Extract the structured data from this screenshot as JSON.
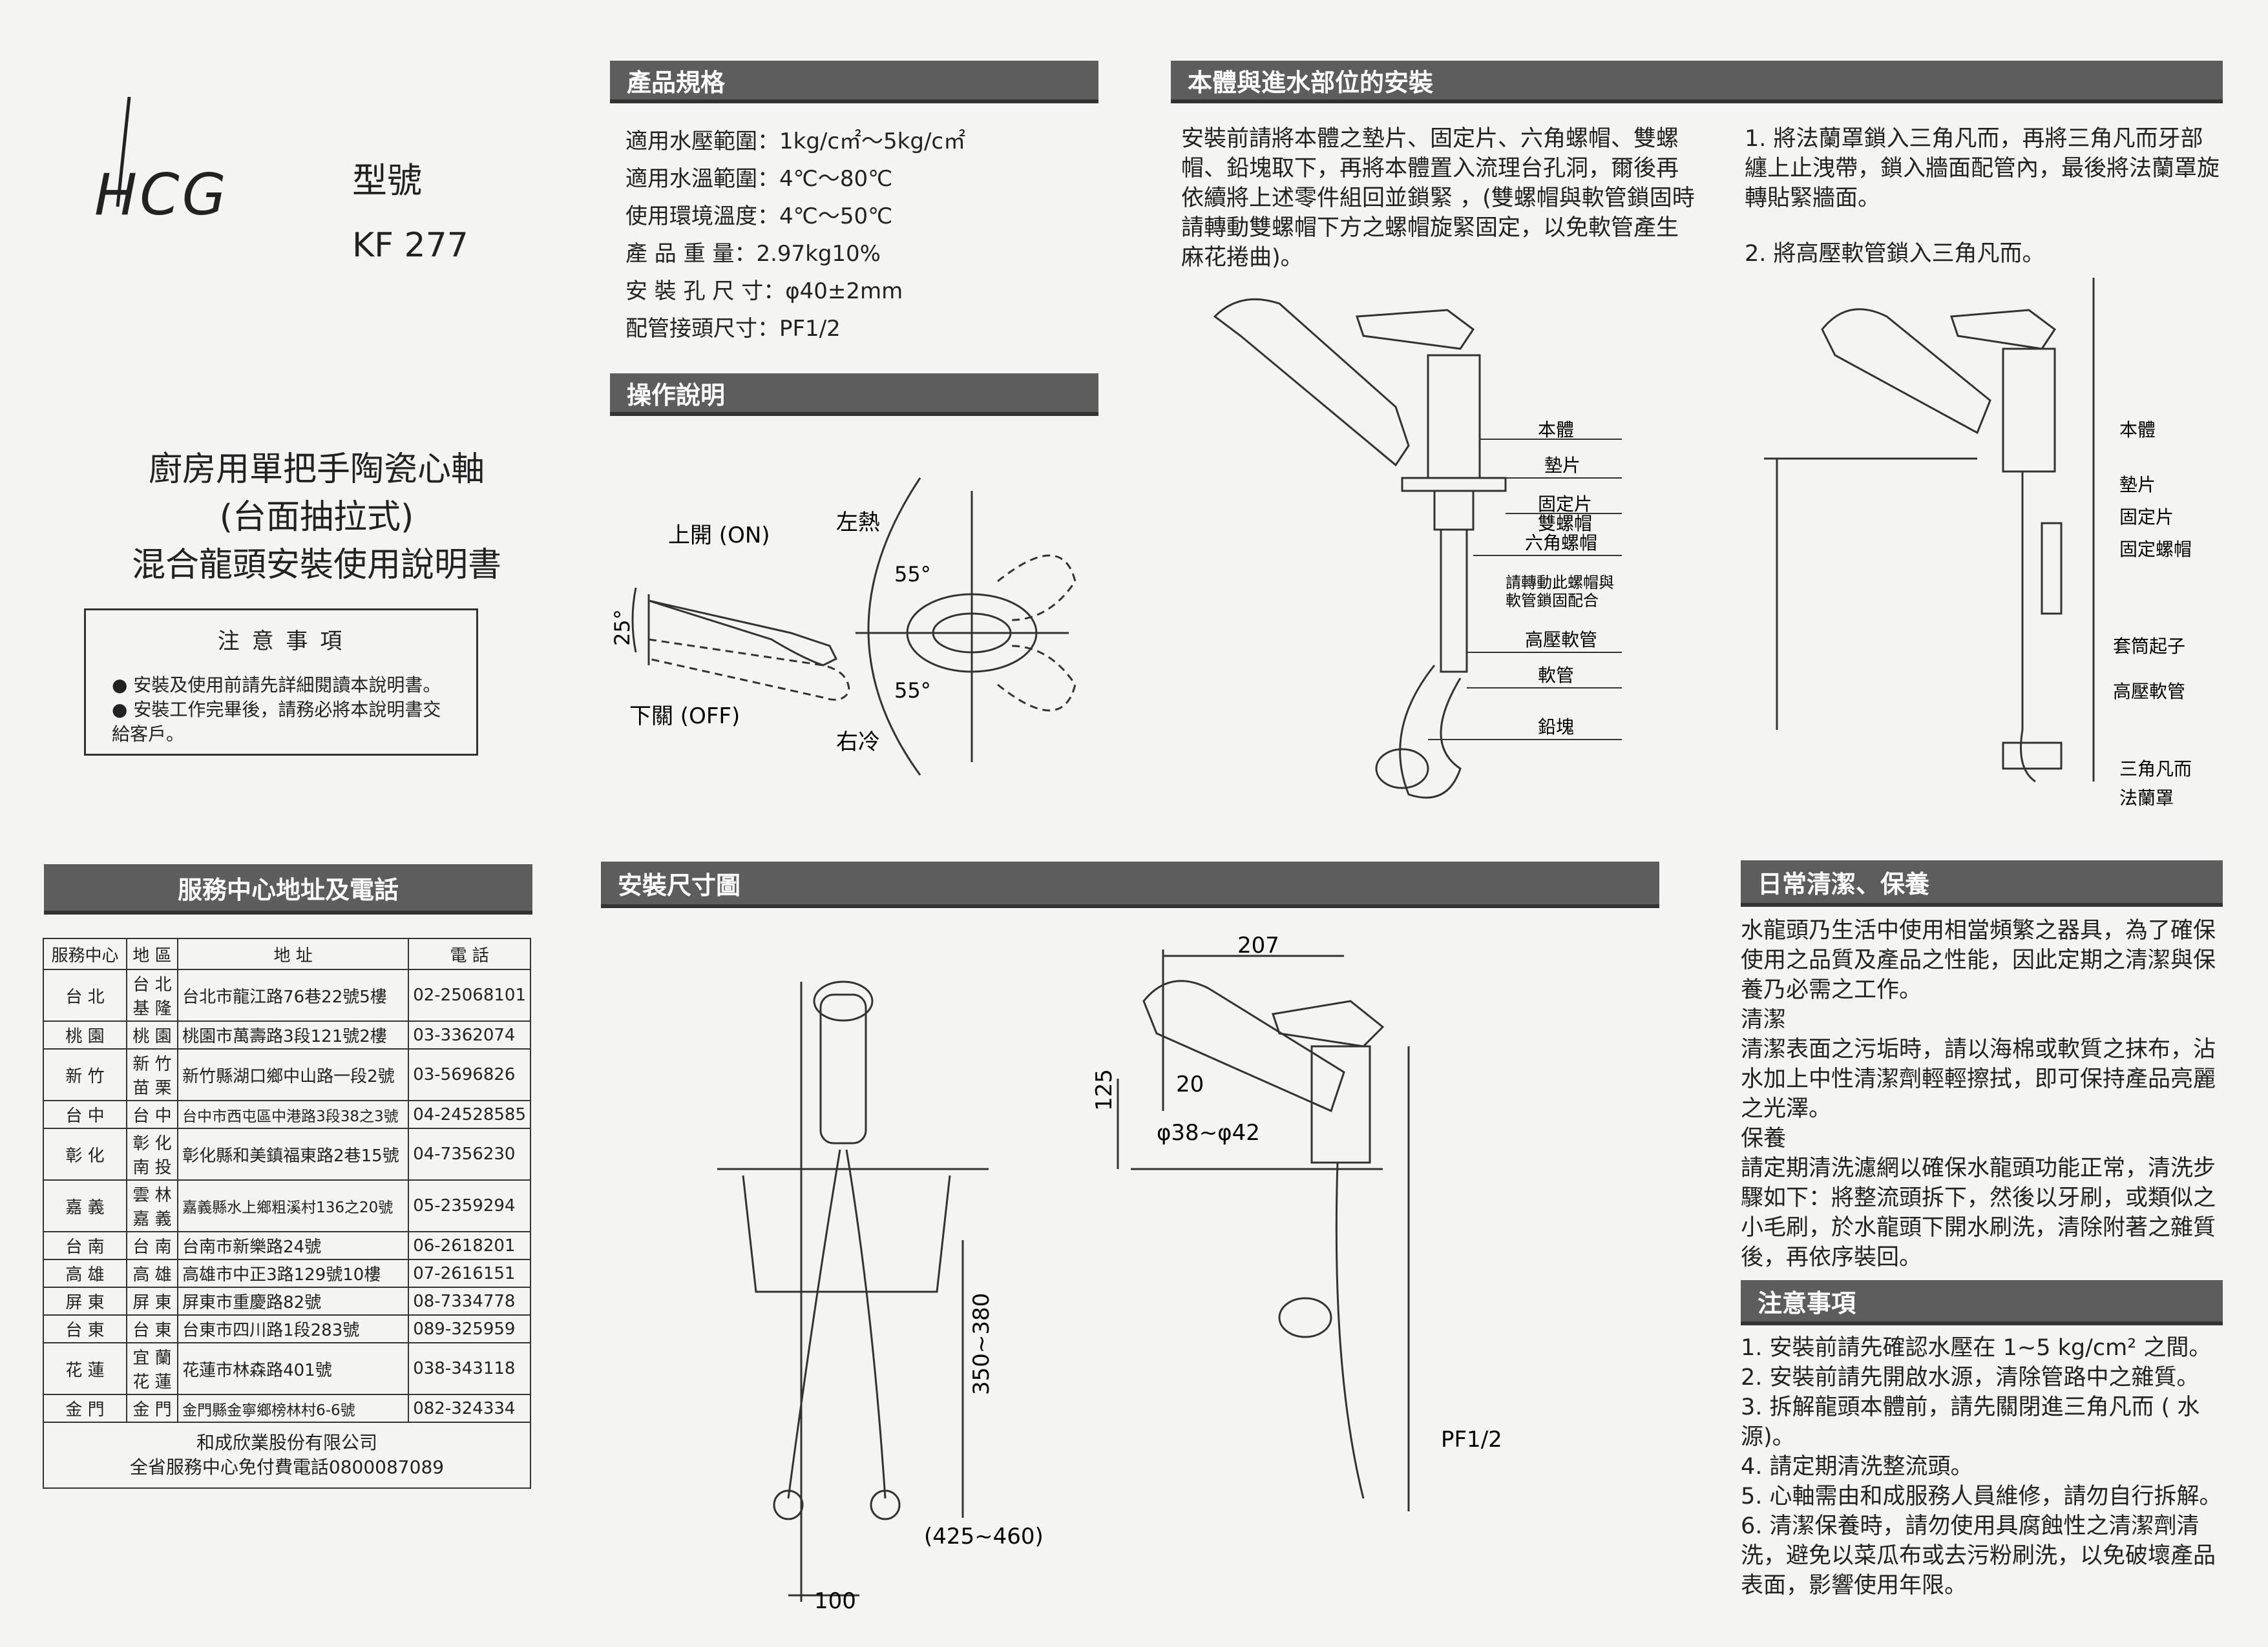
{
  "brand": {
    "logo_text": "HCG",
    "model_label": "型號",
    "model_number": "KF 277"
  },
  "title": {
    "line1": "廚房用單把手陶瓷心軸",
    "line2": "(台面抽拉式)",
    "line3": "混合龍頭安裝使用說明書"
  },
  "notice": {
    "heading": "注 意 事 項",
    "items": [
      "安裝及使用前請先詳細閱讀本說明書。",
      "安裝工作完畢後，請務必將本說明書交給客戶。"
    ]
  },
  "spec": {
    "heading": "產品規格",
    "rows": [
      {
        "label": "適用水壓範圍",
        "value": "1kg/c㎡～5kg/c㎡"
      },
      {
        "label": "適用水溫範圍",
        "value": "4℃～80℃"
      },
      {
        "label": "使用環境溫度",
        "value": "4℃～50℃"
      },
      {
        "label": "產 品 重 量",
        "value": "2.97kg10%"
      },
      {
        "label": "安 裝 孔 尺 寸",
        "value": "φ40±2mm"
      },
      {
        "label": "配管接頭尺寸",
        "value": "PF1/2"
      }
    ]
  },
  "operation": {
    "heading": "操作說明",
    "on": "上開 (ON)",
    "off": "下關 (OFF)",
    "angle_v": "25°",
    "hot": "左熱",
    "cold": "右冷",
    "angle_h1": "55°",
    "angle_h2": "55°"
  },
  "body_install": {
    "heading": "本體與進水部位的安裝",
    "text": "安裝前請將本體之墊片、固定片、六角螺帽、雙螺帽、鉛塊取下，再將本體置入流理台孔洞，爾後再依續將上述零件組回並鎖緊 ，(雙螺帽與軟管鎖固時請轉動雙螺帽下方之螺帽旋緊固定，以免軟管產生麻花捲曲)。",
    "labels": [
      "本體",
      "墊片",
      "固定片",
      "雙螺帽",
      "六角螺帽",
      "請轉動此螺帽與",
      "軟管鎖固配合",
      "高壓軟管",
      "軟管",
      "鉛塊"
    ],
    "steps": [
      "1. 將法蘭罩鎖入三角凡而，再將三角凡而牙部纏上止洩帶，鎖入牆面配管內，最後將法蘭罩旋轉貼緊牆面。",
      "2. 將高壓軟管鎖入三角凡而。"
    ],
    "right_labels": [
      "本體",
      "墊片",
      "固定片",
      "固定螺帽",
      "套筒起子",
      "高壓軟管",
      "三角凡而",
      "法蘭罩"
    ]
  },
  "service": {
    "heading": "服務中心地址及電話",
    "headers": [
      "服務中心",
      "地 區",
      "地 址",
      "電 話"
    ],
    "rows": [
      {
        "center": "台 北",
        "area": "台 北 基 隆",
        "addr": "台北市龍江路76巷22號5樓",
        "tel": "02-25068101"
      },
      {
        "center": "桃 園",
        "area": "桃 園",
        "addr": "桃園市萬壽路3段121號2樓",
        "tel": "03-3362074"
      },
      {
        "center": "新 竹",
        "area": "新 竹 苗 栗",
        "addr": "新竹縣湖口鄉中山路一段2號",
        "tel": "03-5696826"
      },
      {
        "center": "台 中",
        "area": "台 中",
        "addr": "台中市西屯區中港路3段38之3號",
        "tel": "04-24528585"
      },
      {
        "center": "彰 化",
        "area": "彰 化 南 投",
        "addr": "彰化縣和美鎮福東路2巷15號",
        "tel": "04-7356230"
      },
      {
        "center": "嘉 義",
        "area": "雲 林 嘉 義",
        "addr": "嘉義縣水上鄉粗溪村136之20號",
        "tel": "05-2359294"
      },
      {
        "center": "台 南",
        "area": "台 南",
        "addr": "台南市新樂路24號",
        "tel": "06-2618201"
      },
      {
        "center": "高 雄",
        "area": "高 雄",
        "addr": "高雄市中正3路129號10樓",
        "tel": "07-2616151"
      },
      {
        "center": "屏 東",
        "area": "屏 東",
        "addr": "屏東市重慶路82號",
        "tel": "08-7334778"
      },
      {
        "center": "台 東",
        "area": "台 東",
        "addr": "台東市四川路1段283號",
        "tel": "089-325959"
      },
      {
        "center": "花 蓮",
        "area": "宜 蘭 花 蓮",
        "addr": "花蓮市林森路401號",
        "tel": "038-343118"
      },
      {
        "center": "金 門",
        "area": "金 門",
        "addr": "金門縣金寧鄉榜林村6-6號",
        "tel": "082-324334"
      }
    ],
    "footer1": "和成欣業股份有限公司",
    "footer2": "全省服務中心免付費電話0800087089"
  },
  "dims": {
    "heading": "安裝尺寸圖",
    "d207": "207",
    "d20": "20",
    "d125": "125",
    "d38": "φ38~φ42",
    "d350": "350~380",
    "d425": "(425~460)",
    "d100": "100",
    "pf": "PF1/2"
  },
  "care": {
    "heading": "日常清潔、保養",
    "intro": "水龍頭乃生活中使用相當頻繁之器具，為了確保使用之品質及產品之性能，因此定期之清潔與保養乃必需之工作。",
    "clean_title": "清潔",
    "clean_text": "清潔表面之污垢時，請以海棉或軟質之抹布，沾水加上中性清潔劑輕輕擦拭，即可保持產品亮麗之光澤。",
    "maint_title": "保養",
    "maint_text": "請定期清洗濾網以確保水龍頭功能正常，清洗步驟如下：將整流頭拆下，然後以牙刷，或類似之小毛刷，於水龍頭下開水刷洗，清除附著之雜質後，再依序裝回。"
  },
  "caution": {
    "heading": "注意事項",
    "items": [
      "1. 安裝前請先確認水壓在 1~5 kg/cm² 之間。",
      "2. 安裝前請先開啟水源，清除管路中之雜質。",
      "3. 拆解龍頭本體前，請先關閉進三角凡而 ( 水源)。",
      "4. 請定期清洗整流頭。",
      "5. 心軸需由和成服務人員維修，請勿自行拆解。",
      "6. 清潔保養時，請勿使用具腐蝕性之清潔劑清洗，避免以菜瓜布或去污粉刷洗，以免破壞產品表面，影響使用年限。"
    ]
  }
}
